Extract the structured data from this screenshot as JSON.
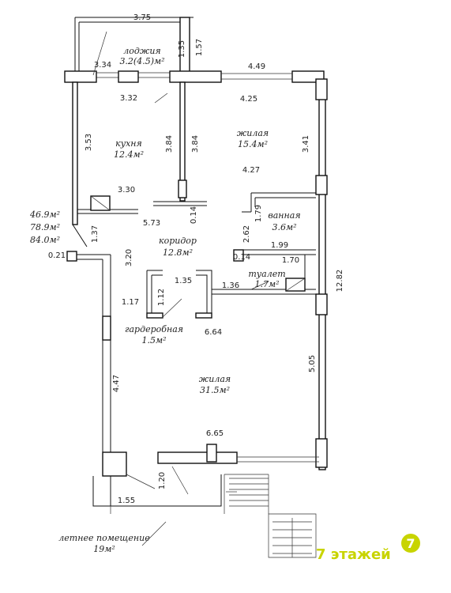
{
  "rooms": {
    "loggia": {
      "name": "лоджия",
      "area": "3.2(4.5)м²"
    },
    "kitchen": {
      "name": "кухня",
      "area": "12.4м²"
    },
    "living1": {
      "name": "жилая",
      "area": "15.4м²"
    },
    "bathroom": {
      "name": "ванная",
      "area": "3.6м²"
    },
    "corridor": {
      "name": "коридор",
      "area": "12.8м²"
    },
    "toilet": {
      "name": "туалет",
      "area": "1.7м²"
    },
    "wardrobe": {
      "name": "гардеробная",
      "area": "1.5м²"
    },
    "living2": {
      "name": "жилая",
      "area": "31.5м²"
    },
    "summer": {
      "name": "летнее помещение",
      "area": "19м²"
    }
  },
  "totals": {
    "living": "46.9м²",
    "total": "78.9м²",
    "gross": "84.0м²"
  },
  "dims": {
    "d375": "3.75",
    "d334": "3.34",
    "d135": "1.35",
    "d157": "1.57",
    "d449": "4.49",
    "d332": "3.32",
    "d425": "4.25",
    "d353": "3.53",
    "d384a": "3.84",
    "d384b": "3.84",
    "d341": "3.41",
    "d427": "4.27",
    "d330": "3.30",
    "d573": "5.73",
    "d014a": "0.14",
    "d179": "1.79",
    "d262": "2.62",
    "d137": "1.37",
    "d021": "0.21",
    "d320": "3.20",
    "d199": "1.99",
    "d014b": "0.14",
    "d170": "1.70",
    "d282": "12.82",
    "d135b": "1.35",
    "d112": "1.12",
    "d136": "1.36",
    "d117": "1.17",
    "d664": "6.64",
    "d505": "5.05",
    "d447": "4.47",
    "d665": "6.65",
    "d120": "1.20",
    "d155": "1.55"
  },
  "watermark": {
    "text": "7 этажей",
    "badge": "7",
    "color": "#c8d400"
  }
}
